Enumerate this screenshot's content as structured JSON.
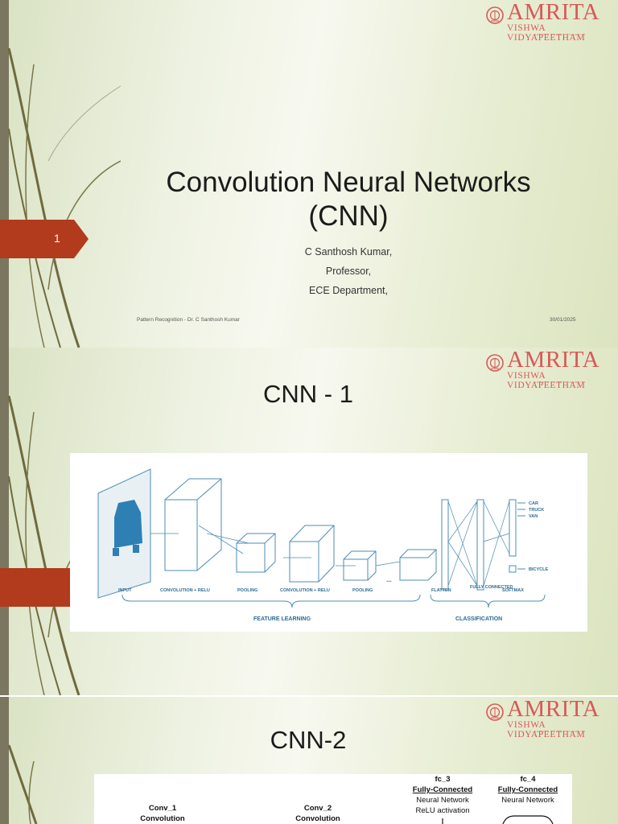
{
  "logo": {
    "name": "AMRITA",
    "subtitle": "VISHWA VIDYAPEETHAM",
    "tagline": "DEEMED TO BE UNIVERSITY"
  },
  "colors": {
    "accent": "#b23a1d",
    "logo": "#d8585a",
    "strip": "#7b7660"
  },
  "slide1": {
    "number": "1",
    "title_line1": "Convolution Neural Networks",
    "title_line2": "(CNN)",
    "author": "C Santhosh Kumar,",
    "position": "Professor,",
    "department": "ECE Department,",
    "footer_left": "Pattern Recognition - Dr. C Santhosh Kumar",
    "footer_right": "30/01/2025"
  },
  "slide2": {
    "title": "CNN - 1",
    "diagram": {
      "stages": [
        "INPUT",
        "CONVOLUTION + RELU",
        "POOLING",
        "CONVOLUTION + RELU",
        "POOLING",
        "FLATTEN",
        "FULLY CONNECTED",
        "SOFTMAX"
      ],
      "groups": [
        "FEATURE LEARNING",
        "CLASSIFICATION"
      ],
      "outputs": [
        "CAR",
        "TRUCK",
        "VAN",
        "BICYCLE"
      ],
      "ellipsis": "..."
    }
  },
  "slide3": {
    "title": "CNN-2",
    "conv1": {
      "name": "Conv_1",
      "type": "Convolution"
    },
    "conv2": {
      "name": "Conv_2",
      "type": "Convolution"
    },
    "fc3": {
      "name": "fc_3",
      "type": "Fully-Connected",
      "desc": "Neural Network",
      "activation": "ReLU activation"
    },
    "fc4": {
      "name": "fc_4",
      "type": "Fully-Connected",
      "desc": "Neural Network"
    }
  }
}
